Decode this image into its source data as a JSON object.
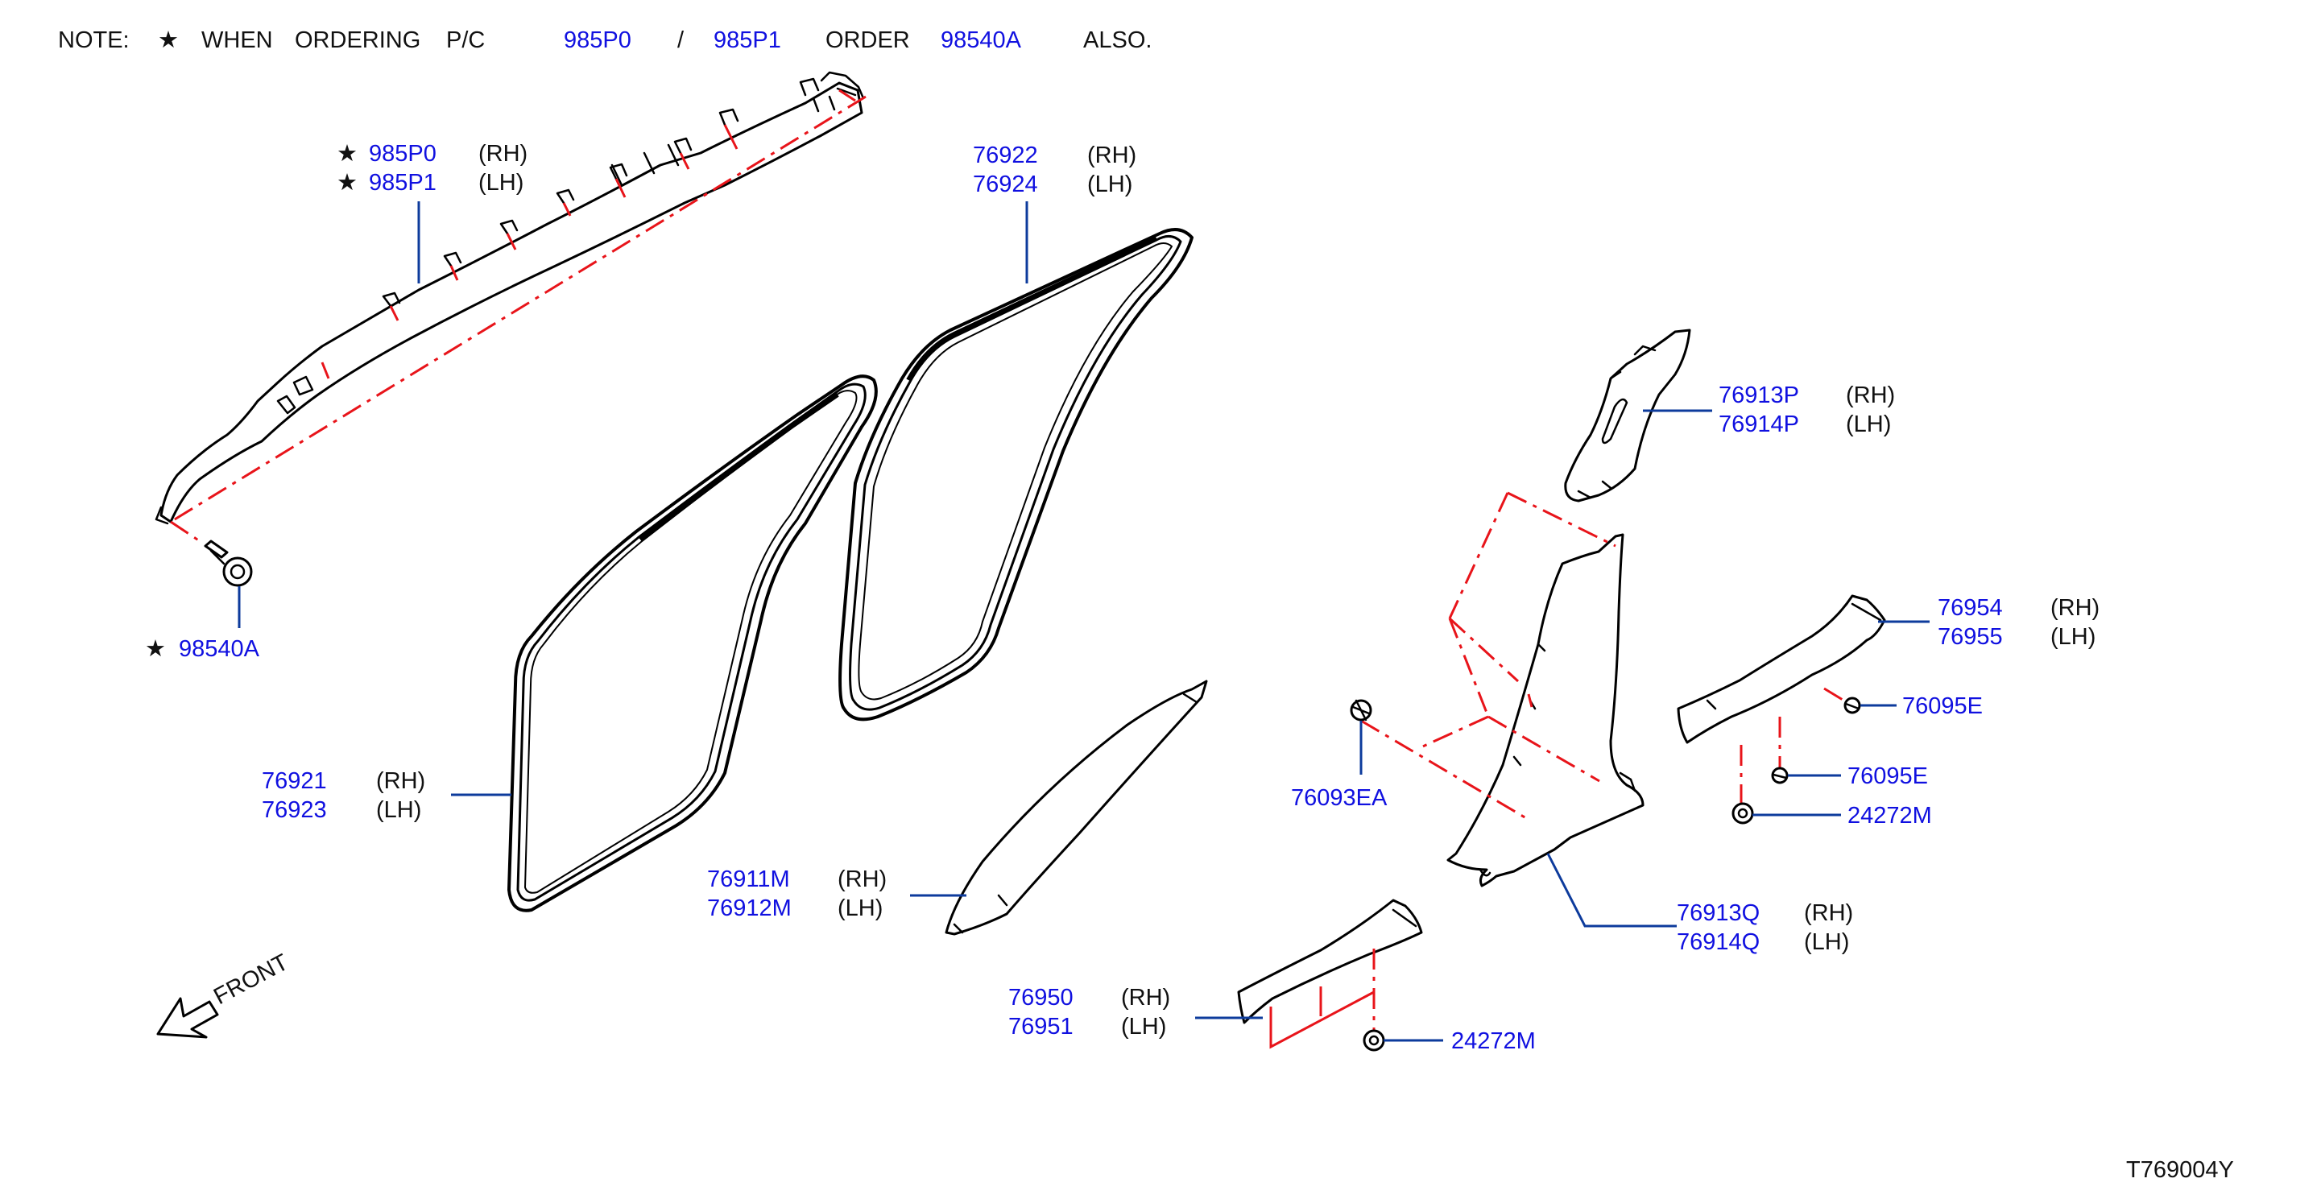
{
  "note": {
    "prefix": "NOTE:",
    "star": "★",
    "words": [
      "WHEN",
      "ORDERING",
      "P/C"
    ],
    "part_a": "985P0",
    "slash": "/",
    "part_b": "985P1",
    "order": "ORDER",
    "part_c": "98540A",
    "also": "ALSO."
  },
  "star": "★",
  "side": {
    "rh": "(RH)",
    "lh": "(LH)"
  },
  "parts": {
    "airbag": {
      "rh": "985P0",
      "lh": "985P1"
    },
    "bolt": {
      "num": "98540A"
    },
    "weatherstrip_rear": {
      "rh": "76922",
      "lh": "76924"
    },
    "weatherstrip_front": {
      "rh": "76921",
      "lh": "76923"
    },
    "pillar_upper": {
      "rh": "76913P",
      "lh": "76914P"
    },
    "pillar_lower": {
      "rh": "76913Q",
      "lh": "76914Q"
    },
    "pillar_front": {
      "rh": "76911M",
      "lh": "76912M"
    },
    "kick_rear": {
      "rh": "76954",
      "lh": "76955"
    },
    "kick_front": {
      "rh": "76950",
      "lh": "76951"
    },
    "clip_e1": {
      "num": "76095E"
    },
    "clip_e2": {
      "num": "76095E"
    },
    "clip_ea": {
      "num": "76093EA"
    },
    "clip_m_rear": {
      "num": "24272M"
    },
    "clip_m_front": {
      "num": "24272M"
    }
  },
  "front_label": "FRONT",
  "diagram_code": "T769004Y"
}
